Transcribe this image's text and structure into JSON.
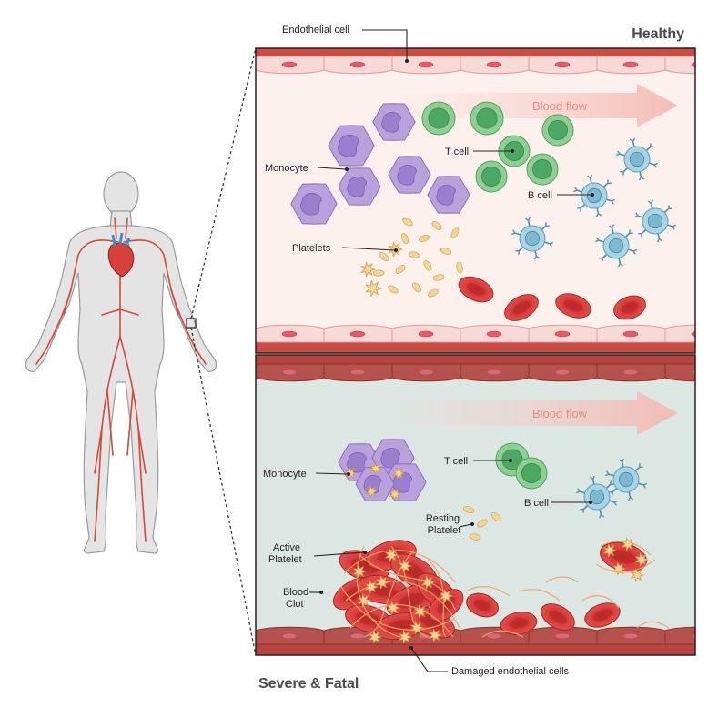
{
  "panels": {
    "healthy": {
      "title": "Healthy",
      "endothelial_label": "Endothelial cell",
      "blood_flow": "Blood flow",
      "monocyte": "Monocyte",
      "t_cell": "T cell",
      "b_cell": "B cell",
      "platelets": "Platelets"
    },
    "severe": {
      "title": "Severe & Fatal",
      "blood_flow": "Blood flow",
      "monocyte": "Monocyte",
      "t_cell": "T cell",
      "b_cell": "B cell",
      "resting_platelet": [
        "Resting",
        "Platelet"
      ],
      "active_platelet": [
        "Active",
        "Platelet"
      ],
      "blood_clot": [
        "Blood",
        "Clot"
      ],
      "damaged_endothelial": "Damaged endothelial cells"
    }
  },
  "colors": {
    "vessel_wall": "#c94c45",
    "endothelium": "#f7d9d8",
    "nucleus": "#e85a6a",
    "healthy_lumen": "#fdf1ee",
    "severe_lumen": "#dce7e4",
    "monocyte": "#b9a2db",
    "t_cell": "#8fcf96",
    "b_cell": "#7fb9d0",
    "platelet": "#f2d59a",
    "rbc": "#d83a3a",
    "artery": "#d24a3a",
    "heart": "#d8413a",
    "vein": "#3a8fd8"
  },
  "icons": {
    "body": "human-body-icon",
    "heart": "heart-icon"
  }
}
